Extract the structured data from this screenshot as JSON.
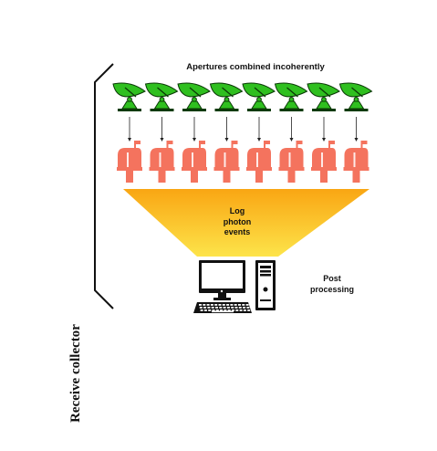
{
  "diagram": {
    "top_label": "Apertures combined incoherently",
    "side_label": "Receive collector",
    "funnel_label_lines": [
      "Log",
      "photon",
      "events"
    ],
    "post_label_lines": [
      "Post",
      "processing"
    ],
    "aperture_count": 8,
    "colors": {
      "dish": "#2fbf1f",
      "dish_outline": "#0b3a06",
      "mailbox": "#f4735e",
      "funnel_top": "#f9a613",
      "funnel_bottom": "#fde44a",
      "bracket": "#111111"
    },
    "icons": {
      "aperture": "satellite-dish-icon",
      "receiver": "mailbox-icon",
      "computer": "desktop-computer-icon"
    }
  }
}
